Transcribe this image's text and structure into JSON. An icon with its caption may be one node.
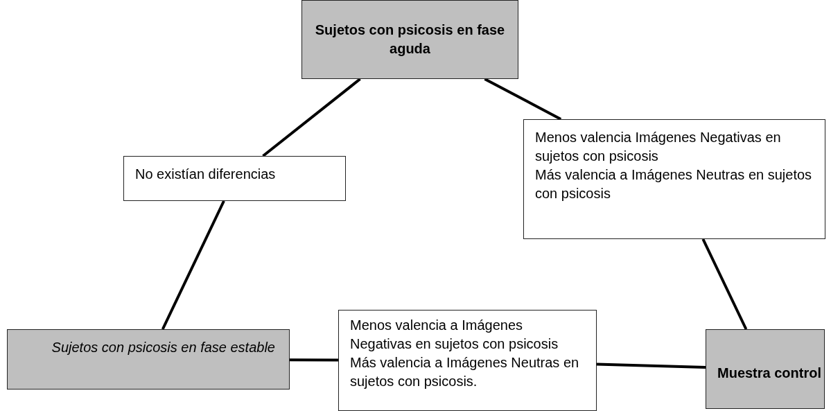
{
  "diagram": {
    "nodes": [
      {
        "text": [
          "Sujetos con psicosis en fase aguda"
        ]
      },
      {
        "text": [
          "No existían diferencias"
        ]
      },
      {
        "text": [
          "Menos valencia Imágenes Negativas en sujetos con psicosis",
          "Más valencia a Imágenes Neutras en sujetos con psicosis"
        ]
      },
      {
        "text": [
          "Sujetos con psicosis en fase estable"
        ]
      },
      {
        "text": [
          "Menos valencia a Imágenes Negativas en sujetos con psicosis",
          "Más valencia a Imágenes Neutras en sujetos con psicosis."
        ]
      },
      {
        "text": [
          "Muestra control"
        ]
      }
    ],
    "edges": [
      {
        "from": 0,
        "to": 1,
        "arrow": "none"
      },
      {
        "from": 1,
        "to": 3,
        "arrow": "none"
      },
      {
        "from": 0,
        "to": 2,
        "arrow": "none"
      },
      {
        "from": 2,
        "to": 5,
        "arrow": "none"
      },
      {
        "from": 3,
        "to": 4,
        "arrow": "none"
      },
      {
        "from": 4,
        "to": 5,
        "arrow": "none"
      }
    ]
  }
}
